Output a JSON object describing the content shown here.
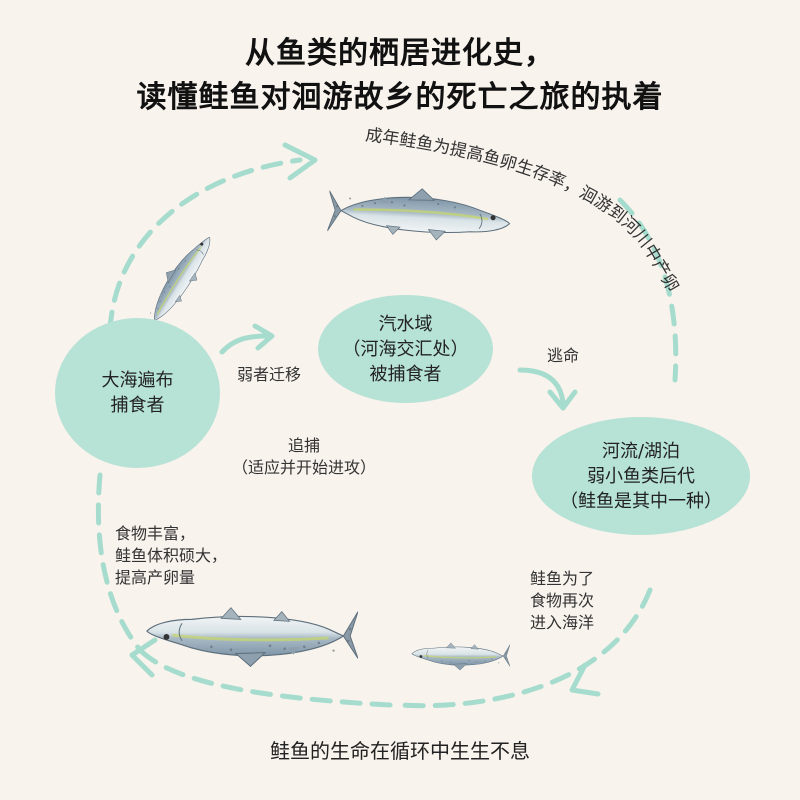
{
  "title": {
    "line1": "从鱼类的栖居进化史，",
    "line2": "读懂鲑鱼对洄游故乡的死亡之旅的执着"
  },
  "nodes": {
    "ocean": [
      "大海遍布",
      "捕食者"
    ],
    "estuary": [
      "汽水域",
      "（河海交汇处）",
      "被捕食者"
    ],
    "river": [
      "河流/湖泊",
      "弱小鱼类后代",
      "（鲑鱼是其中一种）"
    ]
  },
  "labels": {
    "weak_migrate": "弱者迁移",
    "escape": "逃命",
    "chase": [
      "追捕",
      "（适应并开始进攻）"
    ],
    "food_rich": [
      "食物丰富，",
      "鲑鱼体积硕大，",
      "提高产卵量"
    ],
    "return_sea": [
      "鲑鱼为了",
      "食物再次",
      "进入海洋"
    ],
    "spawning_path": "成年鲑鱼为提高鱼卵生存率，洄游到河川中产卵"
  },
  "footer": "鲑鱼的生命在循环中生生不息",
  "colors": {
    "background": "#f8f3ed",
    "node_fill": "#b7e2d6",
    "arrow": "#a6dccd",
    "fish_back": "#8fa4b3",
    "fish_belly": "#e9eef0"
  },
  "icons": [
    "salmon-fish-icon",
    "arrow-icon"
  ]
}
